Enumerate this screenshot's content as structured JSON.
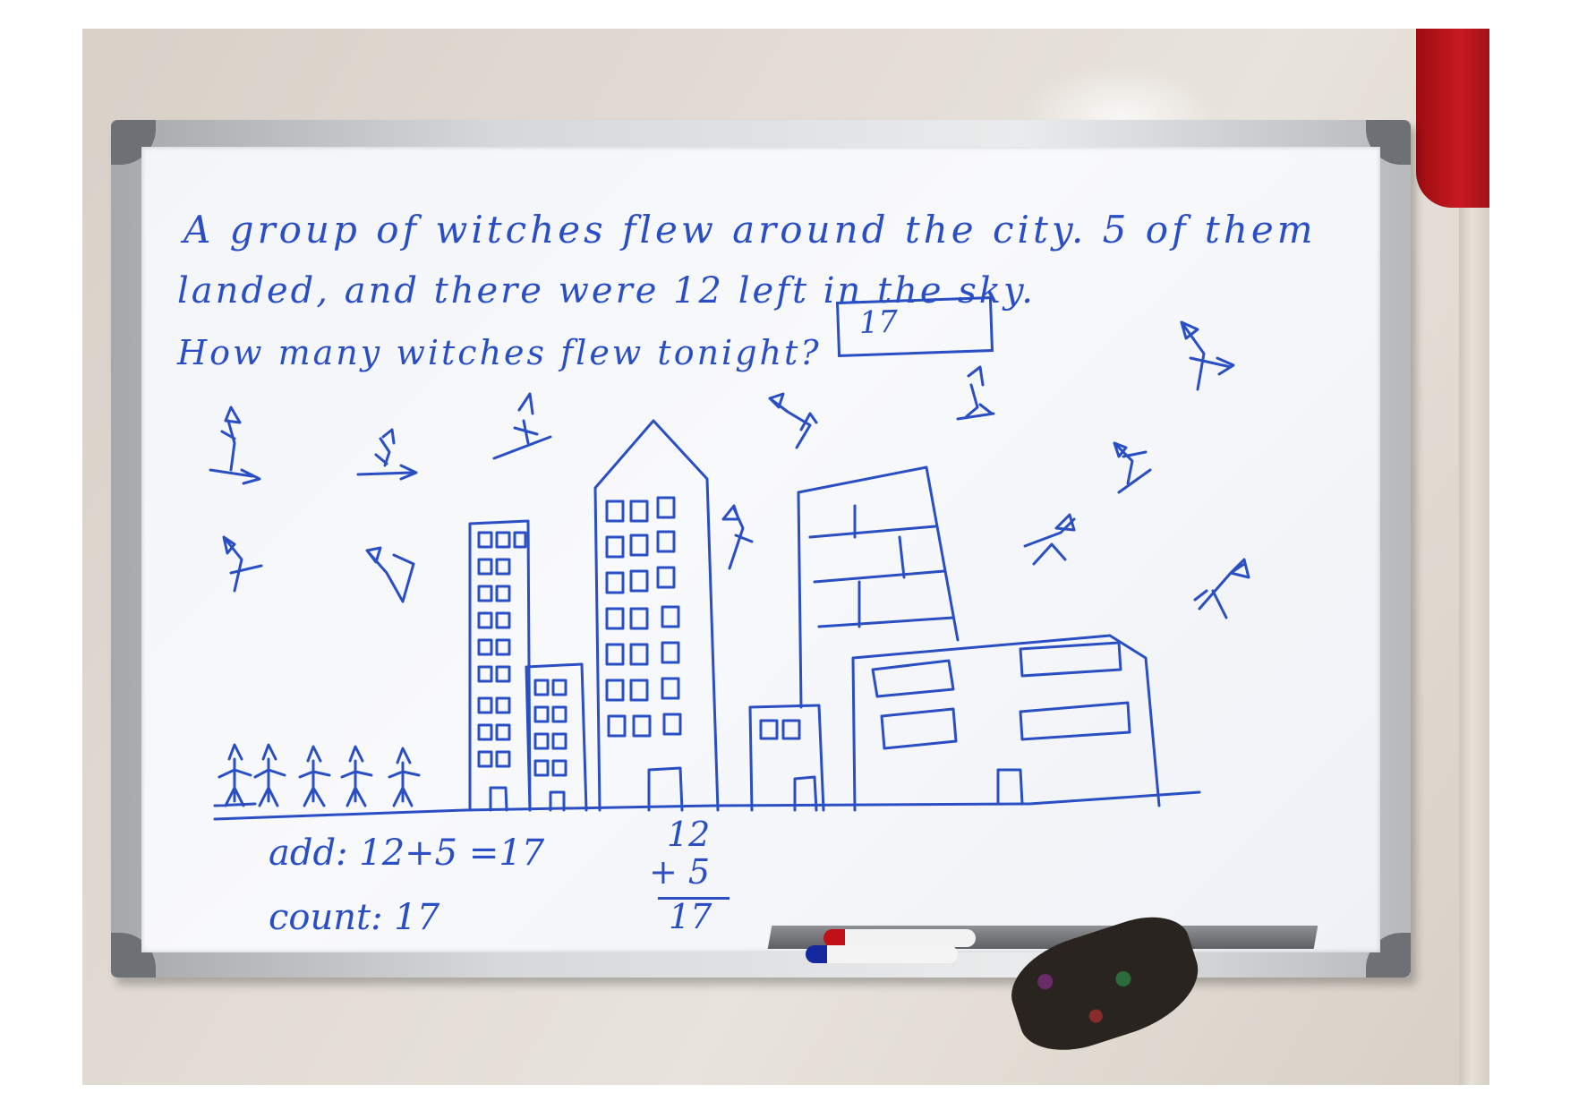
{
  "board": {
    "problem_line1": "A group of witches flew around the city. 5 of them",
    "problem_line2": "landed, and there were 12 left in the sky.",
    "problem_line3": "How many witches flew tonight?",
    "answer": "17",
    "add_work": "add: 12+5 =17",
    "count_work": "count: 17",
    "vertical_top": "12",
    "vertical_addend": "+ 5",
    "vertical_result": "17"
  },
  "ink_color": "#2a4fc4"
}
